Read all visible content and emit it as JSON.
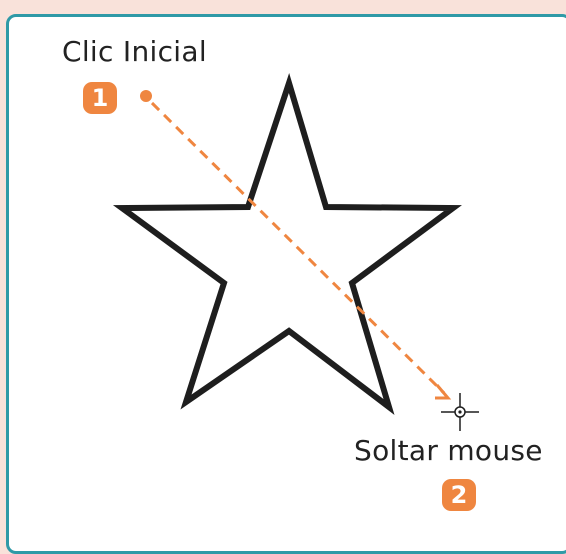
{
  "step1": {
    "label": "Clic Inicial",
    "number": "1"
  },
  "step2": {
    "label": "Soltar mouse",
    "number": "2"
  },
  "colors": {
    "background": "#f9e2da",
    "frame_border": "#2f9aa7",
    "accent": "#ef8640",
    "star_stroke": "#1e1e1e",
    "text": "#222222"
  },
  "icons": [
    "star-shape",
    "drag-path-arrow",
    "crosshair-cursor-icon"
  ]
}
